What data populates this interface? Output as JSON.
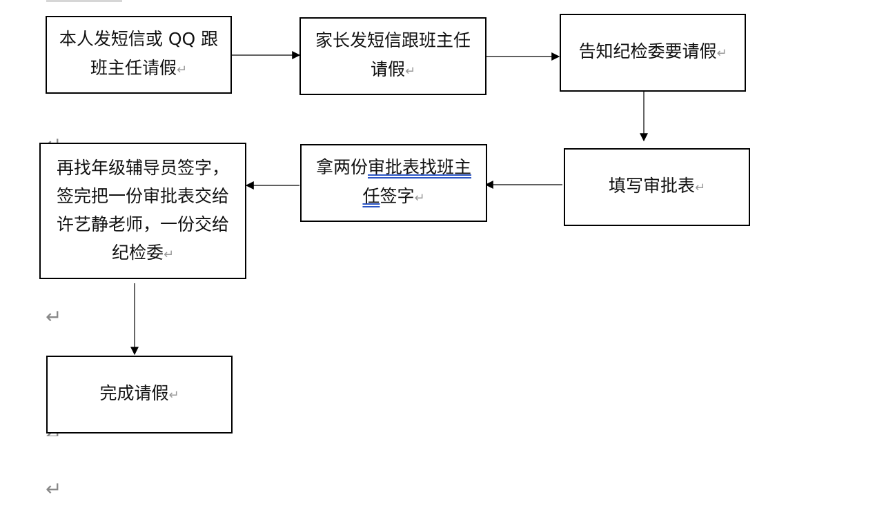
{
  "boxes": {
    "b1": "本人发短信或 QQ 跟班主任请假",
    "b2": "家长发短信跟班主任请假",
    "b3": "告知纪检委要请假",
    "b4": "填写审批表",
    "b5_pre": "拿两份",
    "b5_underlined": "审批表找班主任",
    "b5_post": "签字",
    "b6": "再找年级辅导员签字，签完把一份审批表交给许艺静老师，一份交给纪检委",
    "b7": "完成请假"
  },
  "marks": {
    "paragraph": "↵"
  }
}
